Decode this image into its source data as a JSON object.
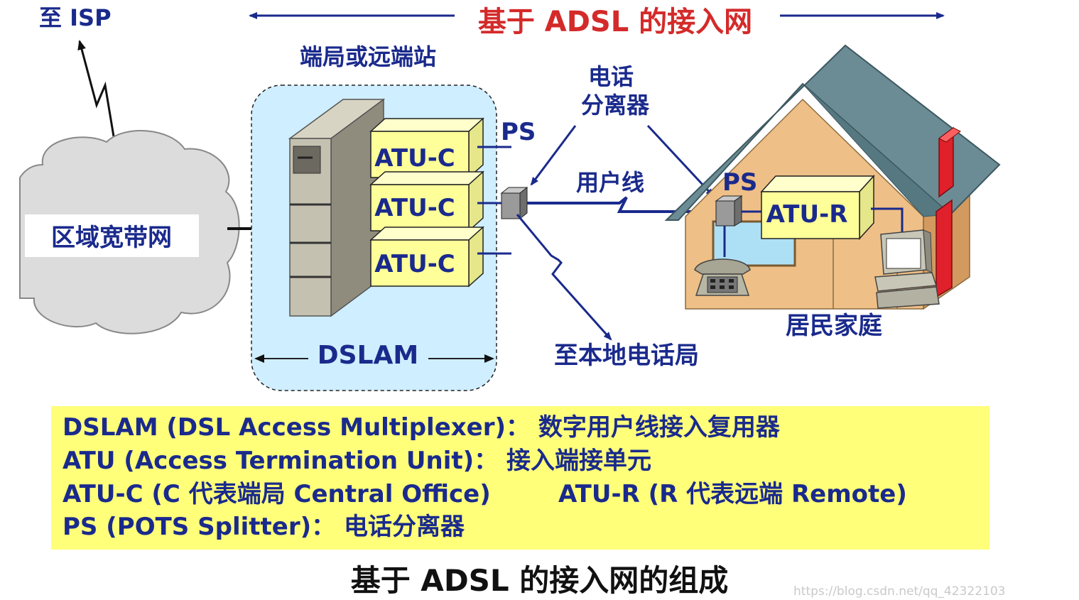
{
  "diagram": {
    "title": "基于 ADSL 的接入网",
    "to_isp": "至 ISP",
    "cloud_label": "区域宽带网",
    "central_office": "端局或远端站",
    "dslam_label": "DSLAM",
    "atu_c": [
      "ATU-C",
      "ATU-C",
      "ATU-C"
    ],
    "ps_left": "PS",
    "ps_right": "PS",
    "splitter_label_line1": "电话",
    "splitter_label_line2": "分离器",
    "user_line": "用户线",
    "to_local_office": "至本地电话局",
    "atu_r": "ATU-R",
    "home": "居民家庭"
  },
  "legend": {
    "line1": "DSLAM (DSL Access Multiplexer)： 数字用户线接入复用器",
    "line2": "ATU (Access Termination Unit)： 接入端接单元",
    "line3a": "ATU-C (C 代表端局 Central Office)",
    "line3b": "ATU-R (R 代表远端 Remote)",
    "line4": "PS (POTS Splitter)： 电话分离器"
  },
  "caption": "基于 ADSL 的接入网的组成",
  "watermark": "https://blog.csdn.net/qq_42322103",
  "colors": {
    "text": "#1a2a8c",
    "title": "#d42a2a",
    "legend_bg": "#ffff7a",
    "atu_box": "#ffff99",
    "house_wall": "#eebf86",
    "roof": "#6b8c94",
    "chimney": "#e0202a",
    "dslam_area": "#cfeeff"
  }
}
